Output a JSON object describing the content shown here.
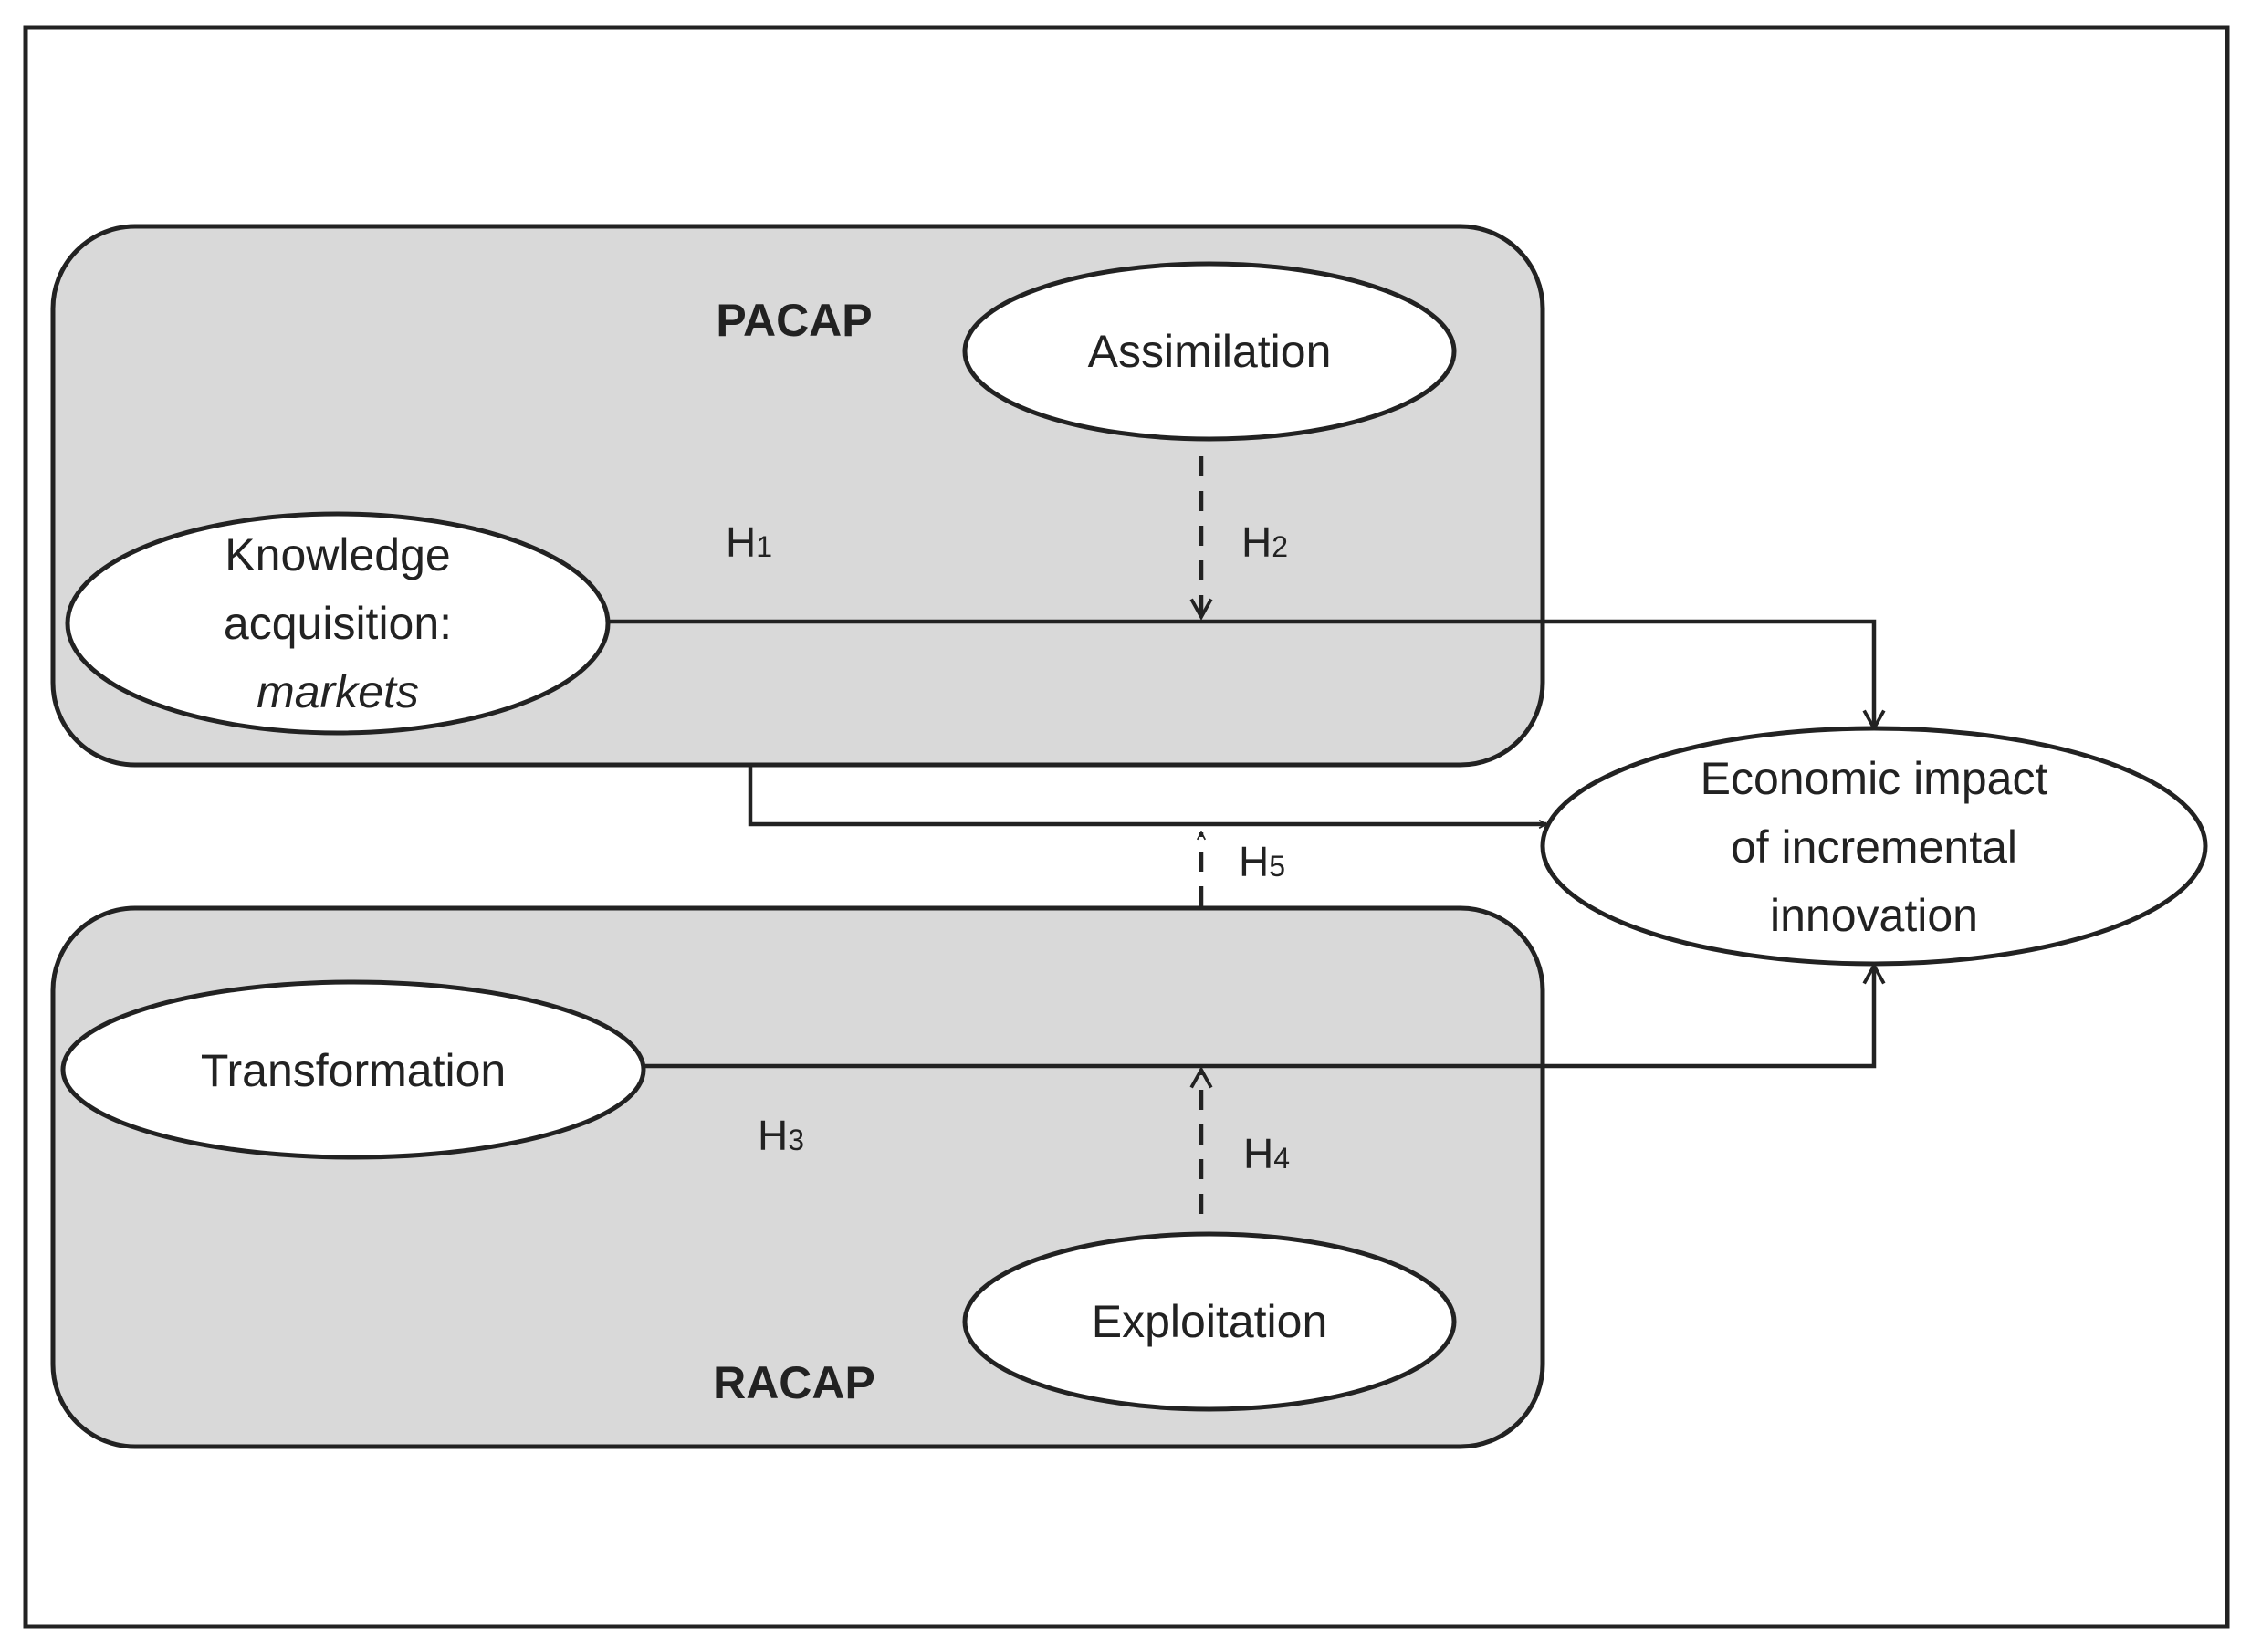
{
  "groups": {
    "pacap": {
      "label": "PACAP"
    },
    "racap": {
      "label": "RACAP"
    }
  },
  "nodes": {
    "assimilation": {
      "label": "Assimilation"
    },
    "knowledge_acquisition": {
      "line1": "Knowledge",
      "line2": "acquisition:",
      "line3": "markets"
    },
    "transformation": {
      "label": "Transformation"
    },
    "exploitation": {
      "label": "Exploitation"
    },
    "economic_impact": {
      "line1": "Economic impact",
      "line2": "of incremental",
      "line3": "innovation"
    }
  },
  "hypotheses": {
    "h1": {
      "base": "H",
      "sub": "1"
    },
    "h2": {
      "base": "H",
      "sub": "2"
    },
    "h3": {
      "base": "H",
      "sub": "3"
    },
    "h4": {
      "base": "H",
      "sub": "4"
    },
    "h5": {
      "base": "H",
      "sub": "5"
    }
  },
  "colors": {
    "group_fill": "#d9d9d9",
    "stroke": "#222222",
    "node_fill": "#ffffff"
  }
}
